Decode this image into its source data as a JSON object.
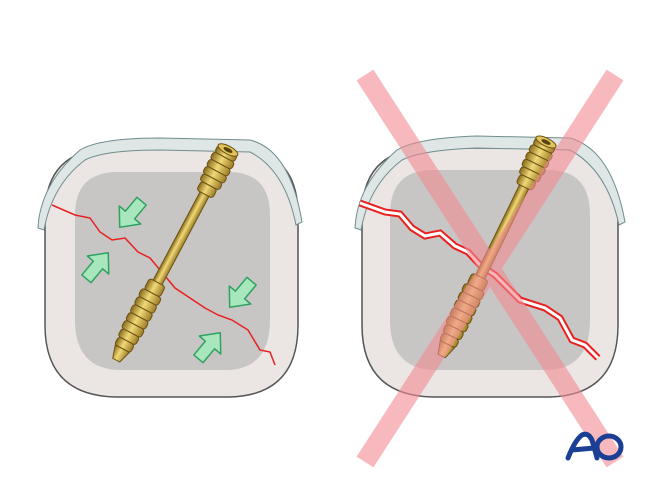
{
  "panels": [
    {
      "id": "correct",
      "crossed_out": false,
      "fracture_style": "single-line",
      "compression_arrows": true
    },
    {
      "id": "incorrect",
      "crossed_out": true,
      "fracture_style": "gapped-double-line",
      "compression_arrows": false
    }
  ],
  "logo": {
    "text": "AO"
  },
  "colors": {
    "bone_outer": "#ebe6e4",
    "bone_inner": "#c8c5c5",
    "cartilage": "#dfe6e6",
    "fracture": "#e8201f",
    "screw": "#d8b44a",
    "arrow": "#a8e6bd",
    "arrow_stroke": "#2fa35f",
    "cross": "#f28b92",
    "logo": "#1b3f94"
  }
}
